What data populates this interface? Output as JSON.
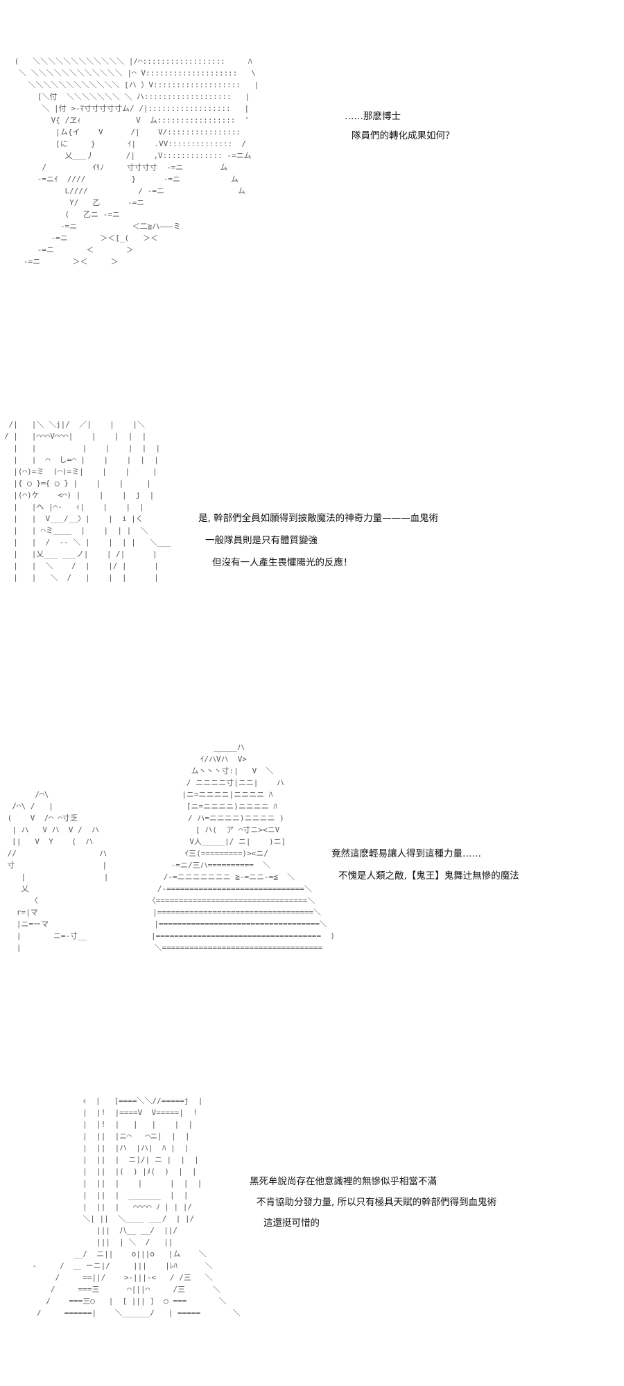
{
  "colors": {
    "background": "#ffffff",
    "text": "#111111",
    "art": "#3a3a3a"
  },
  "panels": [
    {
      "lines": [
        "……那麽博士",
        "隊員們的轉化成果如何？"
      ]
    },
    {
      "lines": [
        "是, 幹部們全員如願得到披敵魔法的神奇力量———血鬼術",
        "一般隊員則是只有體質變強",
        "但沒有一人產生畏懼陽光的反應！"
      ]
    },
    {
      "lines": [
        "竟然這麽輕易讓人得到這種力量……",
        "不愧是人類之敵,【鬼王】鬼舞辻無慘的魔法"
      ]
    },
    {
      "lines": [
        "黑死牟說尚存在他意識裡的無慘似乎相當不滿",
        "不肯協助分發力量, 所以只有極具天賦的幹部們得到血鬼術",
        "這還挺可惜的"
      ]
    }
  ]
}
